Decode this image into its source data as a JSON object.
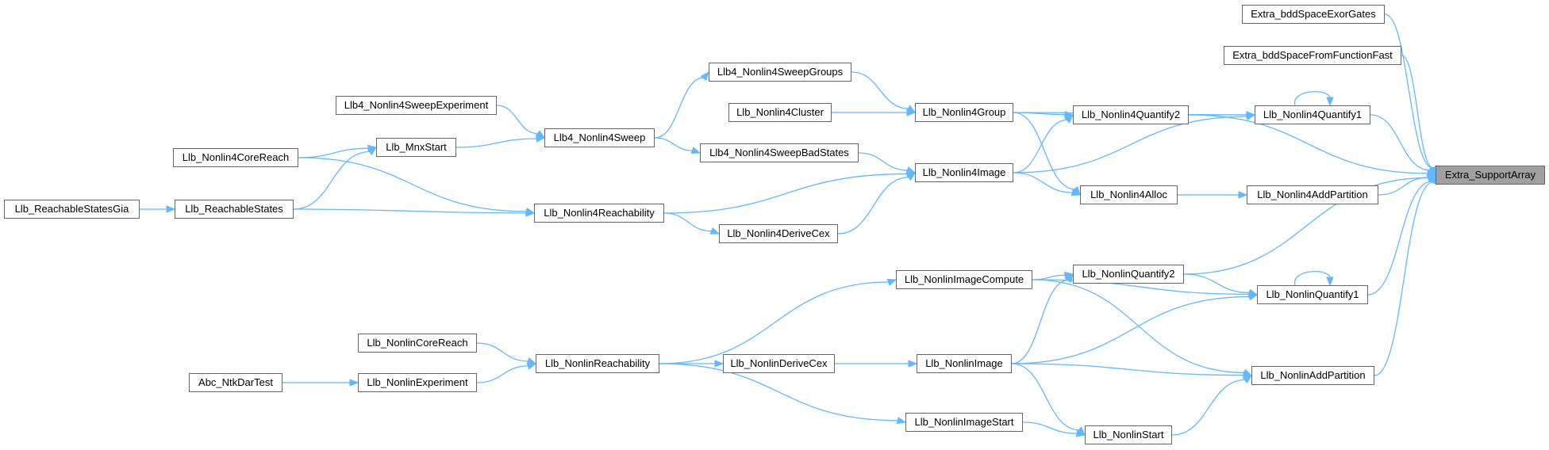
{
  "graph": {
    "root": "n_root",
    "nodes": [
      {
        "id": "n_root",
        "label": "Extra_SupportArray"
      },
      {
        "id": "n_exor",
        "label": "Extra_bddSpaceExorGates"
      },
      {
        "id": "n_spff",
        "label": "Extra_bddSpaceFromFunctionFast"
      },
      {
        "id": "n_q41",
        "label": "Llb_Nonlin4Quantify1"
      },
      {
        "id": "n_q42",
        "label": "Llb_Nonlin4Quantify2"
      },
      {
        "id": "n_grp",
        "label": "Llb_Nonlin4Group"
      },
      {
        "id": "n_sg",
        "label": "Llb4_Nonlin4SweepGroups"
      },
      {
        "id": "n_cl",
        "label": "Llb_Nonlin4Cluster"
      },
      {
        "id": "n_sexp",
        "label": "Llb4_Nonlin4SweepExperiment"
      },
      {
        "id": "n_sw",
        "label": "Llb4_Nonlin4Sweep"
      },
      {
        "id": "n_mnx",
        "label": "Llb_MnxStart"
      },
      {
        "id": "n_4cr",
        "label": "Llb_Nonlin4CoreReach"
      },
      {
        "id": "n_sbs",
        "label": "Llb4_Nonlin4SweepBadStates"
      },
      {
        "id": "n_4img",
        "label": "Llb_Nonlin4Image"
      },
      {
        "id": "n_4alloc",
        "label": "Llb_Nonlin4Alloc"
      },
      {
        "id": "n_4ap",
        "label": "Llb_Nonlin4AddPartition"
      },
      {
        "id": "n_rsg",
        "label": "Llb_ReachableStatesGia"
      },
      {
        "id": "n_rs",
        "label": "Llb_ReachableStates"
      },
      {
        "id": "n_4reach",
        "label": "Llb_Nonlin4Reachability"
      },
      {
        "id": "n_4dc",
        "label": "Llb_Nonlin4DeriveCex"
      },
      {
        "id": "n_nic",
        "label": "Llb_NonlinImageCompute"
      },
      {
        "id": "n_nq2",
        "label": "Llb_NonlinQuantify2"
      },
      {
        "id": "n_nq1",
        "label": "Llb_NonlinQuantify1"
      },
      {
        "id": "n_ncr",
        "label": "Llb_NonlinCoreReach"
      },
      {
        "id": "n_nreach",
        "label": "Llb_NonlinReachability"
      },
      {
        "id": "n_abc",
        "label": "Abc_NtkDarTest"
      },
      {
        "id": "n_nexp",
        "label": "Llb_NonlinExperiment"
      },
      {
        "id": "n_ndc",
        "label": "Llb_NonlinDeriveCex"
      },
      {
        "id": "n_nimg",
        "label": "Llb_NonlinImage"
      },
      {
        "id": "n_nap",
        "label": "Llb_NonlinAddPartition"
      },
      {
        "id": "n_nis",
        "label": "Llb_NonlinImageStart"
      },
      {
        "id": "n_ns",
        "label": "Llb_NonlinStart"
      }
    ],
    "edges": [
      {
        "from": "n_exor",
        "to": "n_root"
      },
      {
        "from": "n_spff",
        "to": "n_root"
      },
      {
        "from": "n_q41",
        "to": "n_root"
      },
      {
        "from": "n_q42",
        "to": "n_root"
      },
      {
        "from": "n_4ap",
        "to": "n_root"
      },
      {
        "from": "n_nq2",
        "to": "n_root"
      },
      {
        "from": "n_nq1",
        "to": "n_root"
      },
      {
        "from": "n_nap",
        "to": "n_root"
      },
      {
        "from": "n_q41",
        "to": "n_q41"
      },
      {
        "from": "n_grp",
        "to": "n_q41"
      },
      {
        "from": "n_q42",
        "to": "n_q41"
      },
      {
        "from": "n_4img",
        "to": "n_q41"
      },
      {
        "from": "n_grp",
        "to": "n_q42"
      },
      {
        "from": "n_4img",
        "to": "n_q42"
      },
      {
        "from": "n_sg",
        "to": "n_grp"
      },
      {
        "from": "n_cl",
        "to": "n_grp"
      },
      {
        "from": "n_sw",
        "to": "n_sg"
      },
      {
        "from": "n_sexp",
        "to": "n_sw"
      },
      {
        "from": "n_mnx",
        "to": "n_sw"
      },
      {
        "from": "n_4cr",
        "to": "n_mnx"
      },
      {
        "from": "n_rs",
        "to": "n_mnx"
      },
      {
        "from": "n_rsg",
        "to": "n_rs"
      },
      {
        "from": "n_sw",
        "to": "n_sbs"
      },
      {
        "from": "n_sbs",
        "to": "n_4img"
      },
      {
        "from": "n_4reach",
        "to": "n_4img"
      },
      {
        "from": "n_4dc",
        "to": "n_4img"
      },
      {
        "from": "n_grp",
        "to": "n_4alloc"
      },
      {
        "from": "n_4img",
        "to": "n_4alloc"
      },
      {
        "from": "n_4alloc",
        "to": "n_4ap"
      },
      {
        "from": "n_4cr",
        "to": "n_4reach"
      },
      {
        "from": "n_rs",
        "to": "n_4reach"
      },
      {
        "from": "n_4reach",
        "to": "n_4dc"
      },
      {
        "from": "n_nq1",
        "to": "n_nq1"
      },
      {
        "from": "n_nic",
        "to": "n_nq1"
      },
      {
        "from": "n_nq2",
        "to": "n_nq1"
      },
      {
        "from": "n_nimg",
        "to": "n_nq1"
      },
      {
        "from": "n_nic",
        "to": "n_nq2"
      },
      {
        "from": "n_nimg",
        "to": "n_nq2"
      },
      {
        "from": "n_nreach",
        "to": "n_nic"
      },
      {
        "from": "n_ncr",
        "to": "n_nreach"
      },
      {
        "from": "n_nexp",
        "to": "n_nreach"
      },
      {
        "from": "n_abc",
        "to": "n_nexp"
      },
      {
        "from": "n_nreach",
        "to": "n_ndc"
      },
      {
        "from": "n_ndc",
        "to": "n_nimg"
      },
      {
        "from": "n_nimg",
        "to": "n_nap"
      },
      {
        "from": "n_nic",
        "to": "n_nap"
      },
      {
        "from": "n_ns",
        "to": "n_nap"
      },
      {
        "from": "n_nimg",
        "to": "n_ns"
      },
      {
        "from": "n_nis",
        "to": "n_ns"
      },
      {
        "from": "n_nreach",
        "to": "n_nis"
      }
    ]
  }
}
